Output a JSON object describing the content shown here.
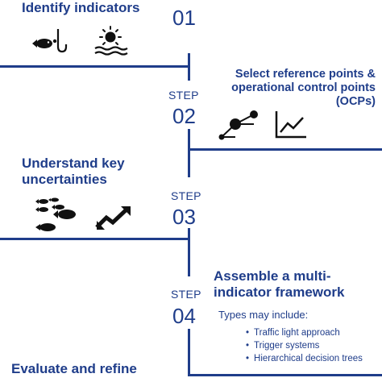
{
  "steps": [
    {
      "label": "",
      "number": "01",
      "title": "Identify indicators"
    },
    {
      "label": "STEP",
      "number": "02",
      "title": "Select reference points & operational control points (OCPs)"
    },
    {
      "label": "STEP",
      "number": "03",
      "title": "Understand key uncertainties"
    },
    {
      "label": "STEP",
      "number": "04",
      "title": "Assemble a multi-indicator framework"
    }
  ],
  "step2_title_lines": [
    "Select reference points &",
    "operational control points",
    "(OCPs)"
  ],
  "step3_title_lines": [
    "Understand key",
    "uncertainties"
  ],
  "step4_title_lines": [
    "Assemble a multi-",
    "indicator framework"
  ],
  "framework": {
    "types_intro": "Types may include:",
    "types": [
      "Traffic light approach",
      "Trigger systems",
      "Hierarchical decision trees"
    ]
  },
  "final_step": "Evaluate and refine",
  "icons": {
    "step1": [
      "fish-on-hook-icon",
      "sun-over-water-icon"
    ],
    "step2": [
      "connected-points-icon",
      "line-chart-icon"
    ],
    "step3": [
      "fish-school-icon",
      "zigzag-arrows-icon"
    ]
  },
  "colors": {
    "primary": "#1f3d8a",
    "icon": "#111111"
  }
}
